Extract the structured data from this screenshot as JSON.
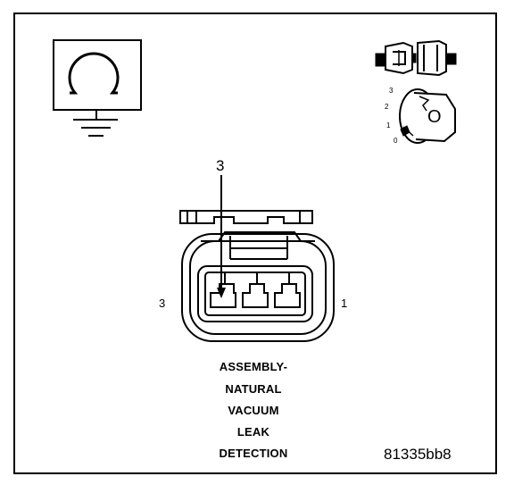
{
  "diagram": {
    "pin_labels": {
      "arrow_pin": "3",
      "left_pin": "3",
      "right_pin": "1"
    },
    "key_positions": [
      "3",
      "2",
      "1",
      "0"
    ],
    "key_symbol": "O",
    "caption_lines": [
      "ASSEMBLY-",
      "NATURAL",
      "VACUUM",
      "LEAK",
      "DETECTION"
    ],
    "figure_ref": "81335bb8",
    "icons": [
      "ohmmeter-ground-icon",
      "connector-separated-icon",
      "ignition-key-off-icon"
    ]
  }
}
